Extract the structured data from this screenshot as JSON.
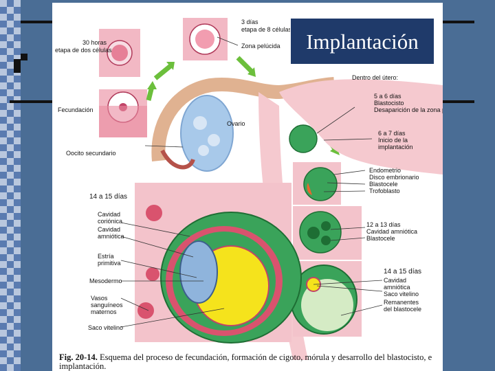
{
  "slide": {
    "title": "Implantación"
  },
  "figure": {
    "labels": {
      "dos_celulas_1": "30 horas",
      "dos_celulas_2": "etapa de dos células",
      "ocho_celulas_1": "3 días",
      "ocho_celulas_2": "etapa de 8 células",
      "zona_pelucida": "Zona pelúcida",
      "dentro_utero": "Dentro del útero:",
      "blastocisto_1": "5 a 6 días",
      "blastocisto_2": "Blastocisto",
      "blastocisto_3": "Desaparición de la zona pelúcida",
      "fecundacion": "Fecundación",
      "ovario": "Ovario",
      "implantacion_1": "6 a 7 días",
      "implantacion_2": "Inicio de la",
      "implantacion_3": "implantación",
      "oocito": "Oocito secundario",
      "endometrio": "Endometrio",
      "disco": "Disco embrionario",
      "blastocele": "Blastocele",
      "trofoblasto": "Trofoblasto",
      "dias_14_15_left": "14 a 15 días",
      "cavidad_corionica_1": "Cavidad",
      "cavidad_corionica_2": "coriónica",
      "cavidad_amniotica_l1": "Cavidad",
      "cavidad_amniotica_l2": "amniótica",
      "estria_1": "Estría",
      "estria_2": "primitiva",
      "mesodermo": "Mesodermo",
      "vasos_1": "Vasos",
      "vasos_2": "sanguíneos",
      "vasos_3": "maternos",
      "saco_vitelino_left": "Saco vitelino",
      "dias_12_13": "12 a 13 días",
      "cavidad_amniotica_r": "Cavidad amniótica",
      "blastocele_r": "Blastocele",
      "dias_14_15_right": "14 a 15 días",
      "cavidad_amniotica_r2_1": "Cavidad",
      "cavidad_amniotica_r2_2": "amniótica",
      "saco_vitelino_right": "Saco vitelino",
      "remanentes_1": "Remanentes",
      "remanentes_2": "del blastocele"
    },
    "caption_label": "Fig. 20-14.",
    "caption_text": " Esquema del proceso de fecundación, formación de cigoto, mórula y desarrollo del blastocisto, e implantación."
  },
  "colors": {
    "background": "#4a6d95",
    "title_box": "#1f3a6a",
    "tissue_pink": "#d9536e",
    "embryo_green": "#3aa35a",
    "yolk_yellow": "#f5e31c",
    "amnion_blue": "#8fb4dc"
  }
}
